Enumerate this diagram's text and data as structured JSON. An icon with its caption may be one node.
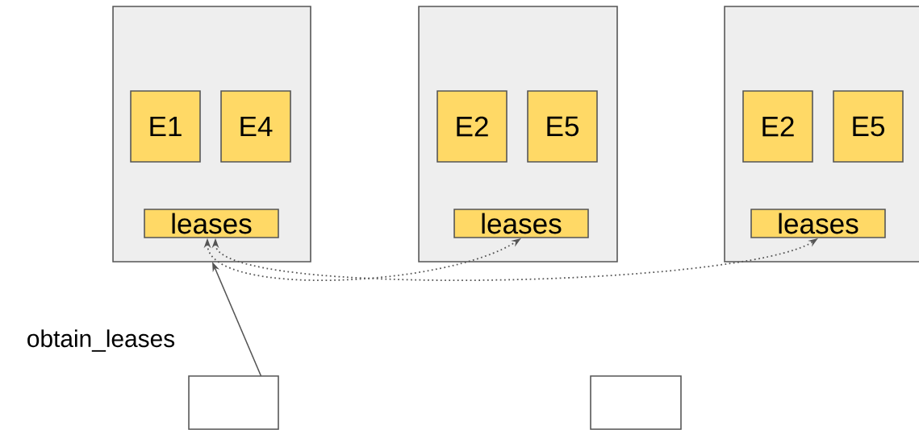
{
  "diagram": {
    "nodes": [
      {
        "text": [],
        "shape": "box"
      },
      {
        "text": [
          "E1"
        ],
        "in": 0
      },
      {
        "text": [
          "E4"
        ],
        "in": 0
      },
      {
        "text": [
          "leases"
        ],
        "in": 0
      },
      {
        "text": [],
        "shape": "box"
      },
      {
        "text": [
          "E2"
        ],
        "in": 4
      },
      {
        "text": [
          "E5"
        ],
        "in": 4
      },
      {
        "text": [
          "leases"
        ],
        "in": 4
      },
      {
        "text": [],
        "shape": "box"
      },
      {
        "text": [
          "E2"
        ],
        "in": 8
      },
      {
        "text": [
          "E5"
        ],
        "in": 8
      },
      {
        "text": [
          "leases"
        ],
        "in": 8
      },
      {
        "text": [],
        "shape": "box"
      },
      {
        "text": [],
        "shape": "box"
      }
    ],
    "edges": [
      {
        "from": 12,
        "to": 0,
        "arrow": "to",
        "label": "obtain_leases"
      },
      {
        "from": 3,
        "to": 7,
        "arrow": "both",
        "style": "dashed"
      },
      {
        "from": 3,
        "to": 11,
        "arrow": "both",
        "style": "dashed"
      }
    ]
  }
}
